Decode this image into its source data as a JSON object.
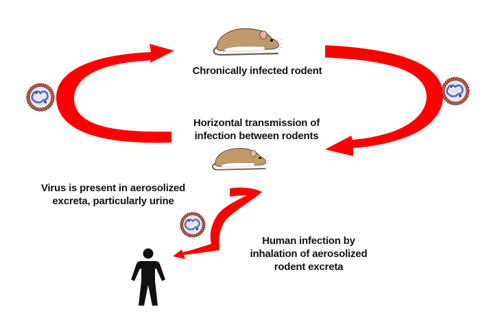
{
  "diagram": {
    "title": "Rodent-borne virus transmission cycle",
    "colors": {
      "arrow": "#ff0000",
      "rodent_fur": "#c19a6b",
      "rodent_belly": "#ffffff",
      "virus_core": "#d8dceb",
      "virus_genome": "#5060c8",
      "virus_spikes": "#a33a2a",
      "human": "#111111",
      "text": "#111111"
    },
    "nodes": [
      {
        "id": "rodent-top",
        "icon": "rodent-icon",
        "label": "Chronically infected rodent"
      },
      {
        "id": "rodent-bottom",
        "icon": "rodent-icon",
        "label_lines": [
          "Horizontal transmission of",
          "infection between rodents"
        ]
      },
      {
        "id": "virus-left",
        "icon": "virus-particle-icon"
      },
      {
        "id": "virus-right",
        "icon": "virus-particle-icon"
      },
      {
        "id": "virus-aerosol",
        "icon": "virus-particle-icon"
      },
      {
        "id": "human",
        "icon": "human-figure-icon"
      }
    ],
    "labels": {
      "chronic": "Chronically infected rodent",
      "horizontal": [
        "Horizontal transmission of",
        "infection between rodents"
      ],
      "virus": [
        "Virus is present in aerosolized",
        "excreta, particularly urine"
      ],
      "human": [
        "Human infection by",
        "inhalation of aerosolized",
        "rodent excreta"
      ]
    },
    "edges": [
      {
        "from": "rodent-bottom",
        "to": "rodent-top",
        "shape": "curved-arrow-left"
      },
      {
        "from": "rodent-top",
        "to": "rodent-bottom",
        "shape": "curved-arrow-right"
      },
      {
        "from": "rodent-bottom",
        "to": "human",
        "shape": "zigzag-arrow"
      }
    ]
  }
}
